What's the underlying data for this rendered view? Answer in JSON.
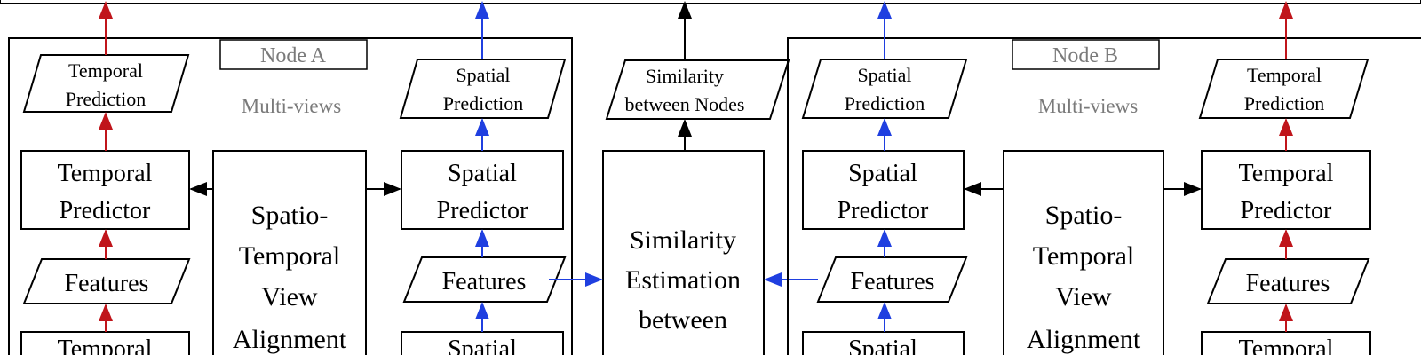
{
  "colors": {
    "temporal_arrow": "#c0151b",
    "spatial_arrow": "#1f3fe0",
    "neutral_arrow": "#000000",
    "muted_text": "#7a7a7a"
  },
  "node_a": {
    "title": "Node A",
    "subtitle": "Multi-views",
    "temporal_prediction": [
      "Temporal",
      "Prediction"
    ],
    "spatial_prediction": [
      "Spatial",
      "Prediction"
    ],
    "temporal_predictor": [
      "Temporal",
      "Predictor"
    ],
    "spatial_predictor": [
      "Spatial",
      "Predictor"
    ],
    "alignment": [
      "Spatio-",
      "Temporal",
      "View",
      "Alignment"
    ],
    "temporal_features": "Features",
    "spatial_features": "Features",
    "temporal_bottom": "Temporal",
    "spatial_bottom": "Spatial"
  },
  "center": {
    "similarity_output": [
      "Similarity",
      "between Nodes"
    ],
    "similarity_estimation": [
      "Similarity",
      "Estimation",
      "between"
    ]
  },
  "node_b": {
    "title": "Node B",
    "subtitle": "Multi-views",
    "temporal_prediction": [
      "Temporal",
      "Prediction"
    ],
    "spatial_prediction": [
      "Spatial",
      "Prediction"
    ],
    "temporal_predictor": [
      "Temporal",
      "Predictor"
    ],
    "spatial_predictor": [
      "Spatial",
      "Predictor"
    ],
    "alignment": [
      "Spatio-",
      "Temporal",
      "View",
      "Alignment"
    ],
    "temporal_features": "Features",
    "spatial_features": "Features",
    "temporal_bottom": "Temporal",
    "spatial_bottom": "Spatial"
  }
}
